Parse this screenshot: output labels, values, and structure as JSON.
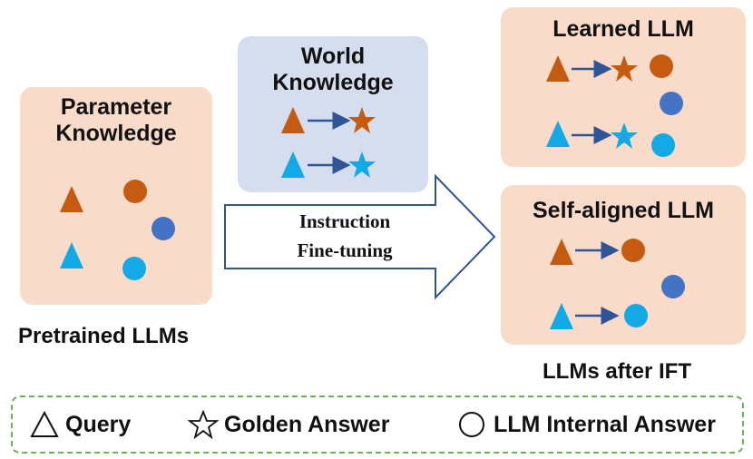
{
  "colors": {
    "orange": "#c55a11",
    "cyan": "#13a8e6",
    "indigo": "#4472c4",
    "peach_bg": "#f8dbc8",
    "blue_bg": "#d5deef",
    "legend_border": "#6fb050"
  },
  "pretrained": {
    "title_line1": "Parameter",
    "title_line2": "Knowledge",
    "caption": "Pretrained LLMs"
  },
  "world": {
    "title_line1": "World",
    "title_line2": "Knowledge"
  },
  "arrow": {
    "line1": "Instruction",
    "line2": "Fine-tuning"
  },
  "learned": {
    "title": "Learned LLM"
  },
  "self_aligned": {
    "title": "Self-aligned LLM"
  },
  "after_caption": "LLMs after IFT",
  "legend": {
    "query": "Query",
    "golden": "Golden Answer",
    "internal": "LLM Internal Answer",
    "query_icon": "triangle-outline",
    "golden_icon": "star-outline",
    "internal_icon": "circle-outline"
  }
}
